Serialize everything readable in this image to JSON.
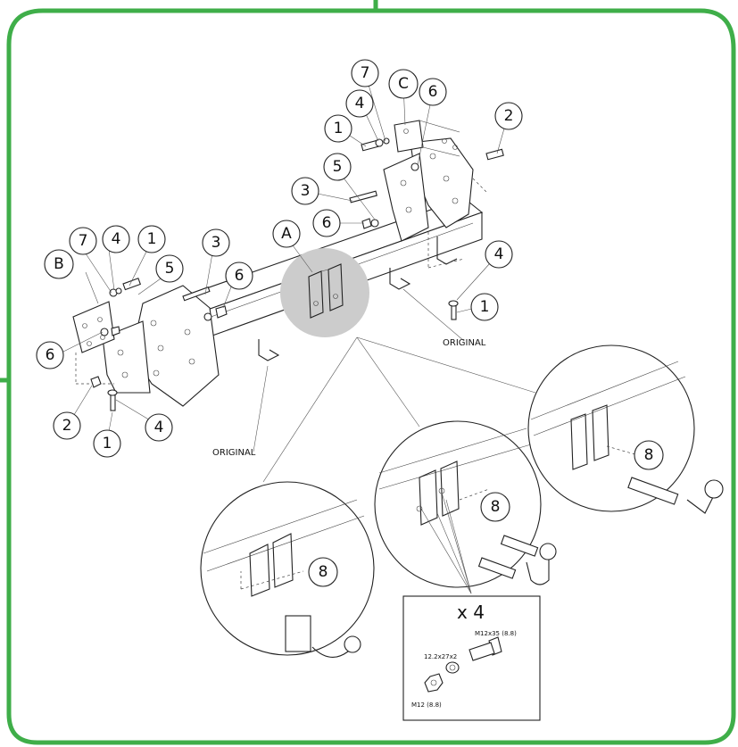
{
  "frame": {
    "border_color": "#3fae49"
  },
  "highlight_color": "#cccccc",
  "letters": {
    "A": "A",
    "B": "B",
    "C": "C"
  },
  "callouts": {
    "n1": "1",
    "n2": "2",
    "n3": "3",
    "n4": "4",
    "n5": "5",
    "n6": "6",
    "n7": "7",
    "n8": "8"
  },
  "labels": {
    "original": "ORIGINAL",
    "quantity": "x 4"
  },
  "hardware": {
    "bolt": "M12x35 (8.8)",
    "washer": "12.2x27x2",
    "nut": "M12 (8.8)"
  },
  "icons": [
    "circle-callout",
    "tow-ball-icon",
    "bolt-icon",
    "washer-icon",
    "nut-icon"
  ]
}
